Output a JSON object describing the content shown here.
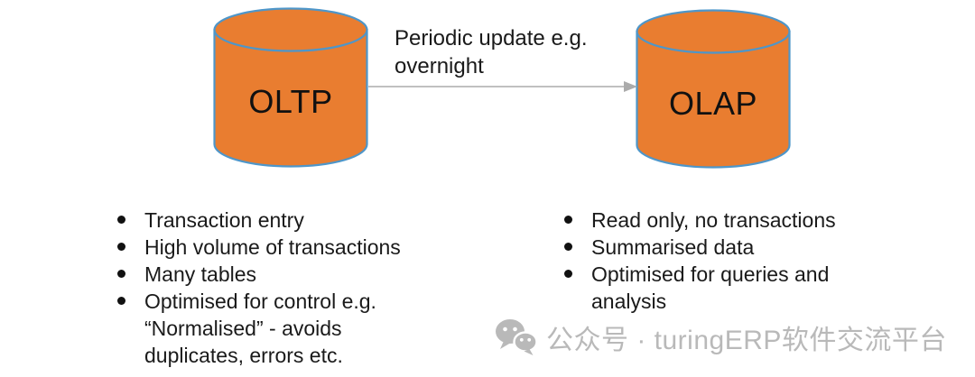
{
  "diagram": {
    "oltp_label": "OLTP",
    "olap_label": "OLAP",
    "arrow_label": "Periodic update e.g. overnight"
  },
  "colors": {
    "cylinder_fill": "#E97D30",
    "cylinder_stroke": "#4E96C9",
    "arrow": "#ABABAB",
    "text": "#1A1A1A",
    "watermark": "#B9B9B9"
  },
  "oltp_bullets": {
    "items": [
      "Transaction entry",
      "High volume of transactions",
      "Many tables",
      "Optimised for control e.g. “Normalised” - avoids duplicates, errors etc."
    ]
  },
  "olap_bullets": {
    "items": [
      "Read only, no transactions",
      "Summarised data",
      "Optimised for queries and analysis"
    ]
  },
  "watermark": {
    "icon": "wechat-icon",
    "text": "公众号 · turingERP软件交流平台"
  }
}
